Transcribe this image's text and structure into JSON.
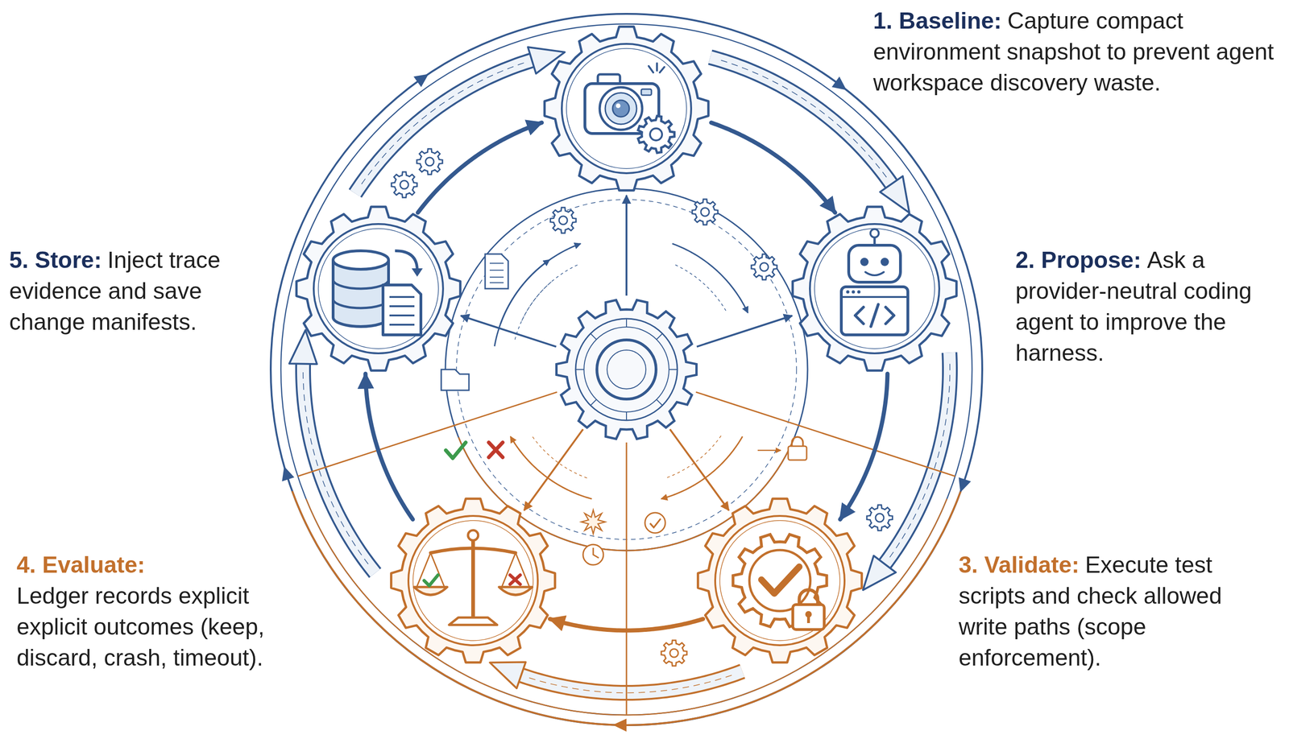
{
  "diagram": {
    "nodes": [
      {
        "text": [
          "1. Baseline:",
          "Capture compact environment snapshot to prevent agent workspace discovery waste."
        ]
      },
      {
        "text": [
          "2. Propose:",
          "Ask a provider-neutral coding agent to improve the harness."
        ]
      },
      {
        "text": [
          "3. Validate:",
          "Execute test scripts and check allowed write paths (scope enforcement)."
        ]
      },
      {
        "text": [
          "4. Evaluate:",
          "Ledger records explicit explicit outcomes (keep, discard, crash, timeout)."
        ]
      },
      {
        "text": [
          "5. Store:",
          "Inject trace evidence and save change manifests."
        ]
      }
    ],
    "edges": [
      {
        "from": 0,
        "to": 1,
        "arrow": "to"
      },
      {
        "from": 1,
        "to": 2,
        "arrow": "to"
      },
      {
        "from": 2,
        "to": 3,
        "arrow": "to"
      },
      {
        "from": 3,
        "to": 4,
        "arrow": "to"
      },
      {
        "from": 4,
        "to": 0,
        "arrow": "to"
      }
    ]
  }
}
